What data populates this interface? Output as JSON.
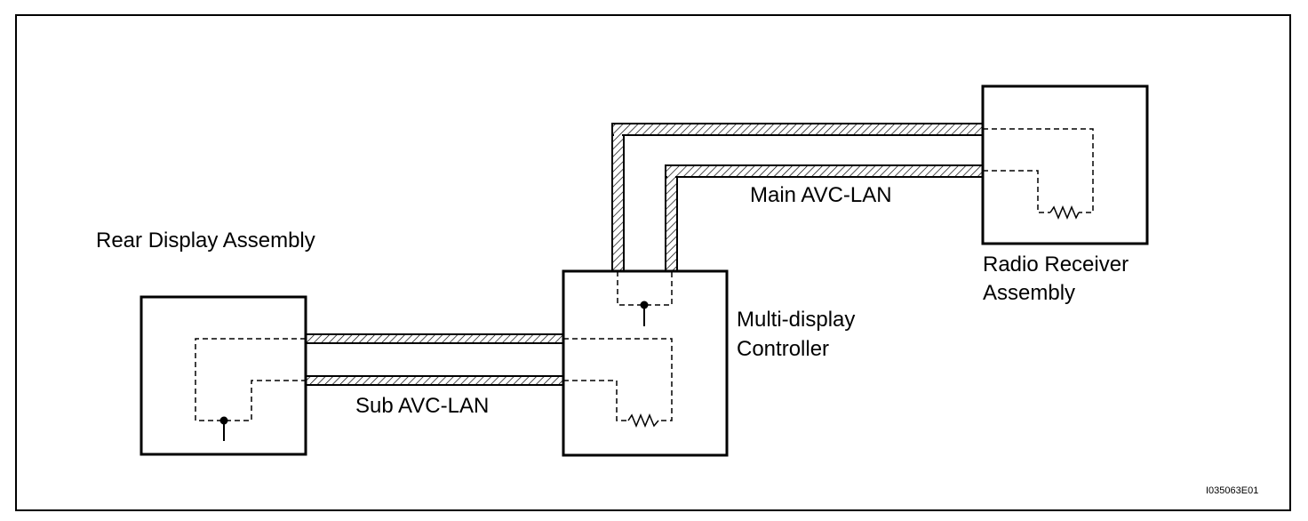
{
  "labels": {
    "rear_display": "Rear Display Assembly",
    "sub_avc_lan": "Sub AVC-LAN",
    "main_avc_lan": "Main AVC-LAN",
    "multi_display_line1": "Multi-display",
    "multi_display_line2": "Controller",
    "radio_receiver_line1": "Radio Receiver",
    "radio_receiver_line2": "Assembly",
    "figure_code": "I035063E01"
  },
  "colors": {
    "line": "#000000",
    "background": "#ffffff"
  }
}
